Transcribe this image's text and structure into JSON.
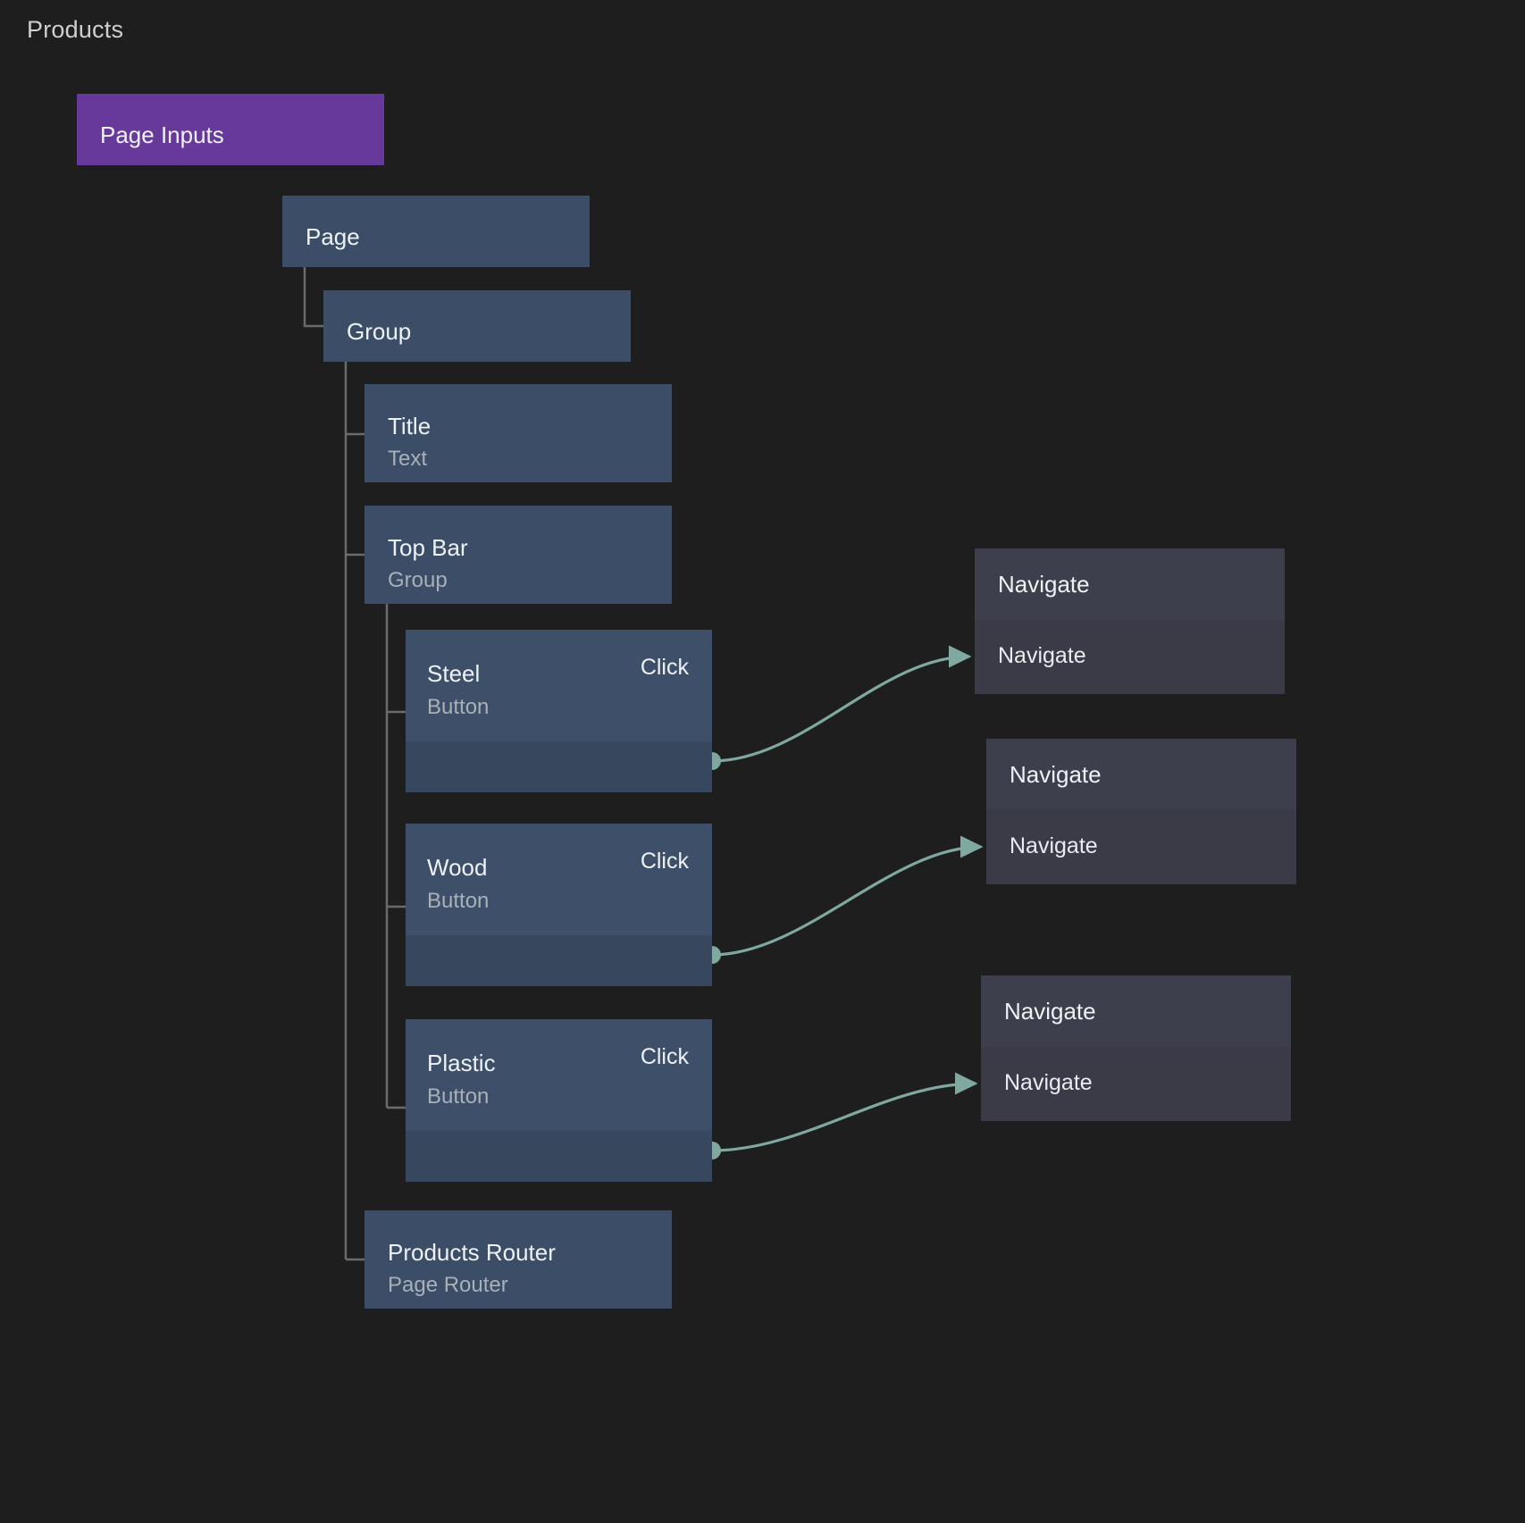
{
  "graph": {
    "title": "Products",
    "background_color": "#1e1e1e"
  },
  "colors": {
    "page_inputs": "#66399b",
    "tree_node": "#3b4d67",
    "button_header": "#3d4f69",
    "button_event_row": "#36475e",
    "action_header": "#3e3f4c",
    "action_body": "#3a3b46",
    "edge": "#7fa8a0",
    "tree_line": "#6b6b6b",
    "label_text": "#eef1f5",
    "sub_text": "#a9b0b8",
    "title_text": "#cfcfcf"
  },
  "nodes": {
    "page_inputs": {
      "label": "Page Inputs"
    },
    "page": {
      "label": "Page"
    },
    "group": {
      "label": "Group"
    },
    "title": {
      "label": "Title",
      "subtype": "Text"
    },
    "top_bar": {
      "label": "Top Bar",
      "subtype": "Group"
    },
    "products_router": {
      "label": "Products Router",
      "subtype": "Page Router"
    }
  },
  "buttons": [
    {
      "label": "Steel",
      "subtype": "Button",
      "event": "Click"
    },
    {
      "label": "Wood",
      "subtype": "Button",
      "event": "Click"
    },
    {
      "label": "Plastic",
      "subtype": "Button",
      "event": "Click"
    }
  ],
  "actions": [
    {
      "title": "Navigate",
      "port": "Navigate"
    },
    {
      "title": "Navigate",
      "port": "Navigate"
    },
    {
      "title": "Navigate",
      "port": "Navigate"
    }
  ]
}
